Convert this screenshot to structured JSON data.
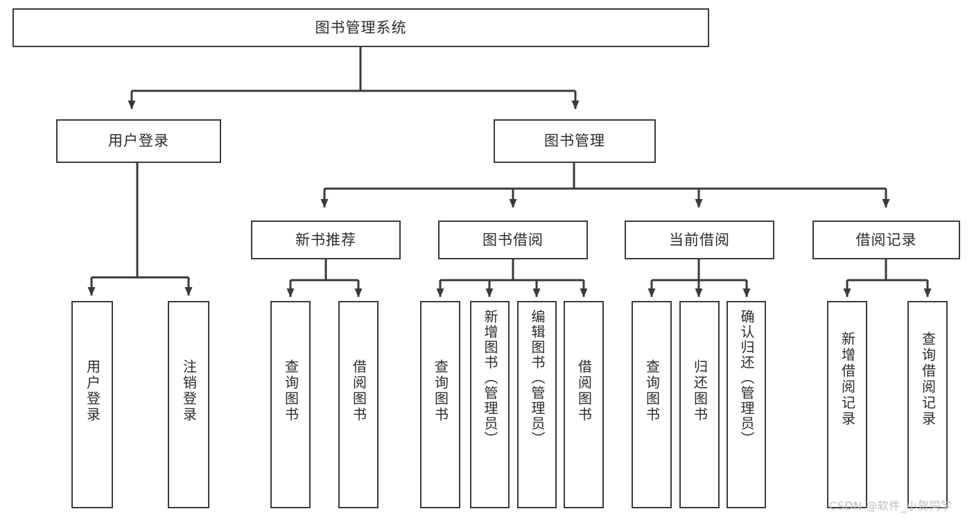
{
  "diagram": {
    "title": "图书管理系统",
    "type": "hierarchy-tree",
    "line_color": "#3a3a3a",
    "box_fill": "#ffffff",
    "background": "#ffffff",
    "watermark": "CSDN @软件_小贺同学"
  },
  "nodes": {
    "root": {
      "label": "图书管理系统",
      "level": 1
    },
    "level2": [
      {
        "id": "user-login",
        "label": "用户登录"
      },
      {
        "id": "book-management",
        "label": "图书管理"
      }
    ],
    "level3": [
      {
        "id": "new-book-recommend",
        "label": "新书推荐",
        "parent": "book-management"
      },
      {
        "id": "book-borrow",
        "label": "图书借阅",
        "parent": "book-management"
      },
      {
        "id": "current-borrow",
        "label": "当前借阅",
        "parent": "book-management"
      },
      {
        "id": "borrow-record",
        "label": "借阅记录",
        "parent": "book-management"
      }
    ],
    "leaves": [
      {
        "id": "leaf-user-login",
        "label": "用户登录",
        "parent": "user-login"
      },
      {
        "id": "leaf-logout",
        "label": "注销登录",
        "parent": "user-login"
      },
      {
        "id": "leaf-query-book-1",
        "label": "查询图书",
        "parent": "new-book-recommend"
      },
      {
        "id": "leaf-borrow-book-1",
        "label": "借阅图书",
        "parent": "new-book-recommend"
      },
      {
        "id": "leaf-query-book-2",
        "label": "查询图书",
        "parent": "book-borrow"
      },
      {
        "id": "leaf-add-book",
        "label": "新增图书（管理员）",
        "parent": "book-borrow"
      },
      {
        "id": "leaf-edit-book",
        "label": "编辑图书（管理员）",
        "parent": "book-borrow"
      },
      {
        "id": "leaf-borrow-book-2",
        "label": "借阅图书",
        "parent": "book-borrow"
      },
      {
        "id": "leaf-query-book-3",
        "label": "查询图书",
        "parent": "current-borrow"
      },
      {
        "id": "leaf-return-book",
        "label": "归还图书",
        "parent": "current-borrow"
      },
      {
        "id": "leaf-confirm-return",
        "label": "确认归还（管理员）",
        "parent": "current-borrow"
      },
      {
        "id": "leaf-add-record",
        "label": "新增借阅记录",
        "parent": "borrow-record"
      },
      {
        "id": "leaf-query-record",
        "label": "查询借阅记录",
        "parent": "borrow-record"
      }
    ]
  }
}
